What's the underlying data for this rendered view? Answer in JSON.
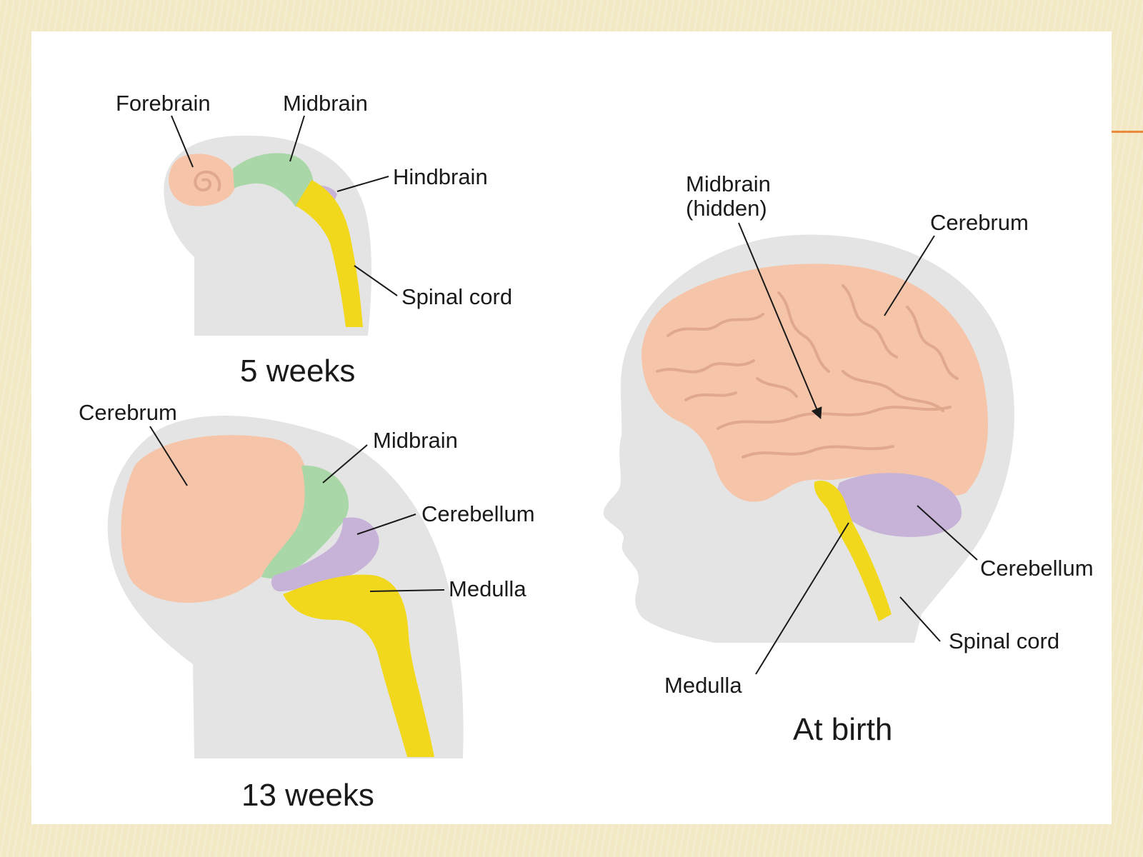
{
  "colors": {
    "background": "#f2e8c4",
    "panel": "#ffffff",
    "silhouette": "#e4e4e4",
    "forebrain_cerebrum": "#f6c4a8",
    "midbrain": "#a9d7a8",
    "hindbrain_cerebellum": "#c7b3d8",
    "medulla_spinal_cord": "#f2d81c"
  },
  "stages": {
    "week5": {
      "caption": "5 weeks",
      "labels": {
        "forebrain": "Forebrain",
        "midbrain": "Midbrain",
        "hindbrain": "Hindbrain",
        "spinal_cord": "Spinal cord"
      }
    },
    "week13": {
      "caption": "13 weeks",
      "labels": {
        "cerebrum": "Cerebrum",
        "midbrain": "Midbrain",
        "cerebellum": "Cerebellum",
        "medulla": "Medulla"
      }
    },
    "birth": {
      "caption": "At birth",
      "labels": {
        "midbrain_line1": "Midbrain",
        "midbrain_line2": "(hidden)",
        "cerebrum": "Cerebrum",
        "cerebellum": "Cerebellum",
        "spinal_cord": "Spinal cord",
        "medulla": "Medulla"
      }
    }
  }
}
